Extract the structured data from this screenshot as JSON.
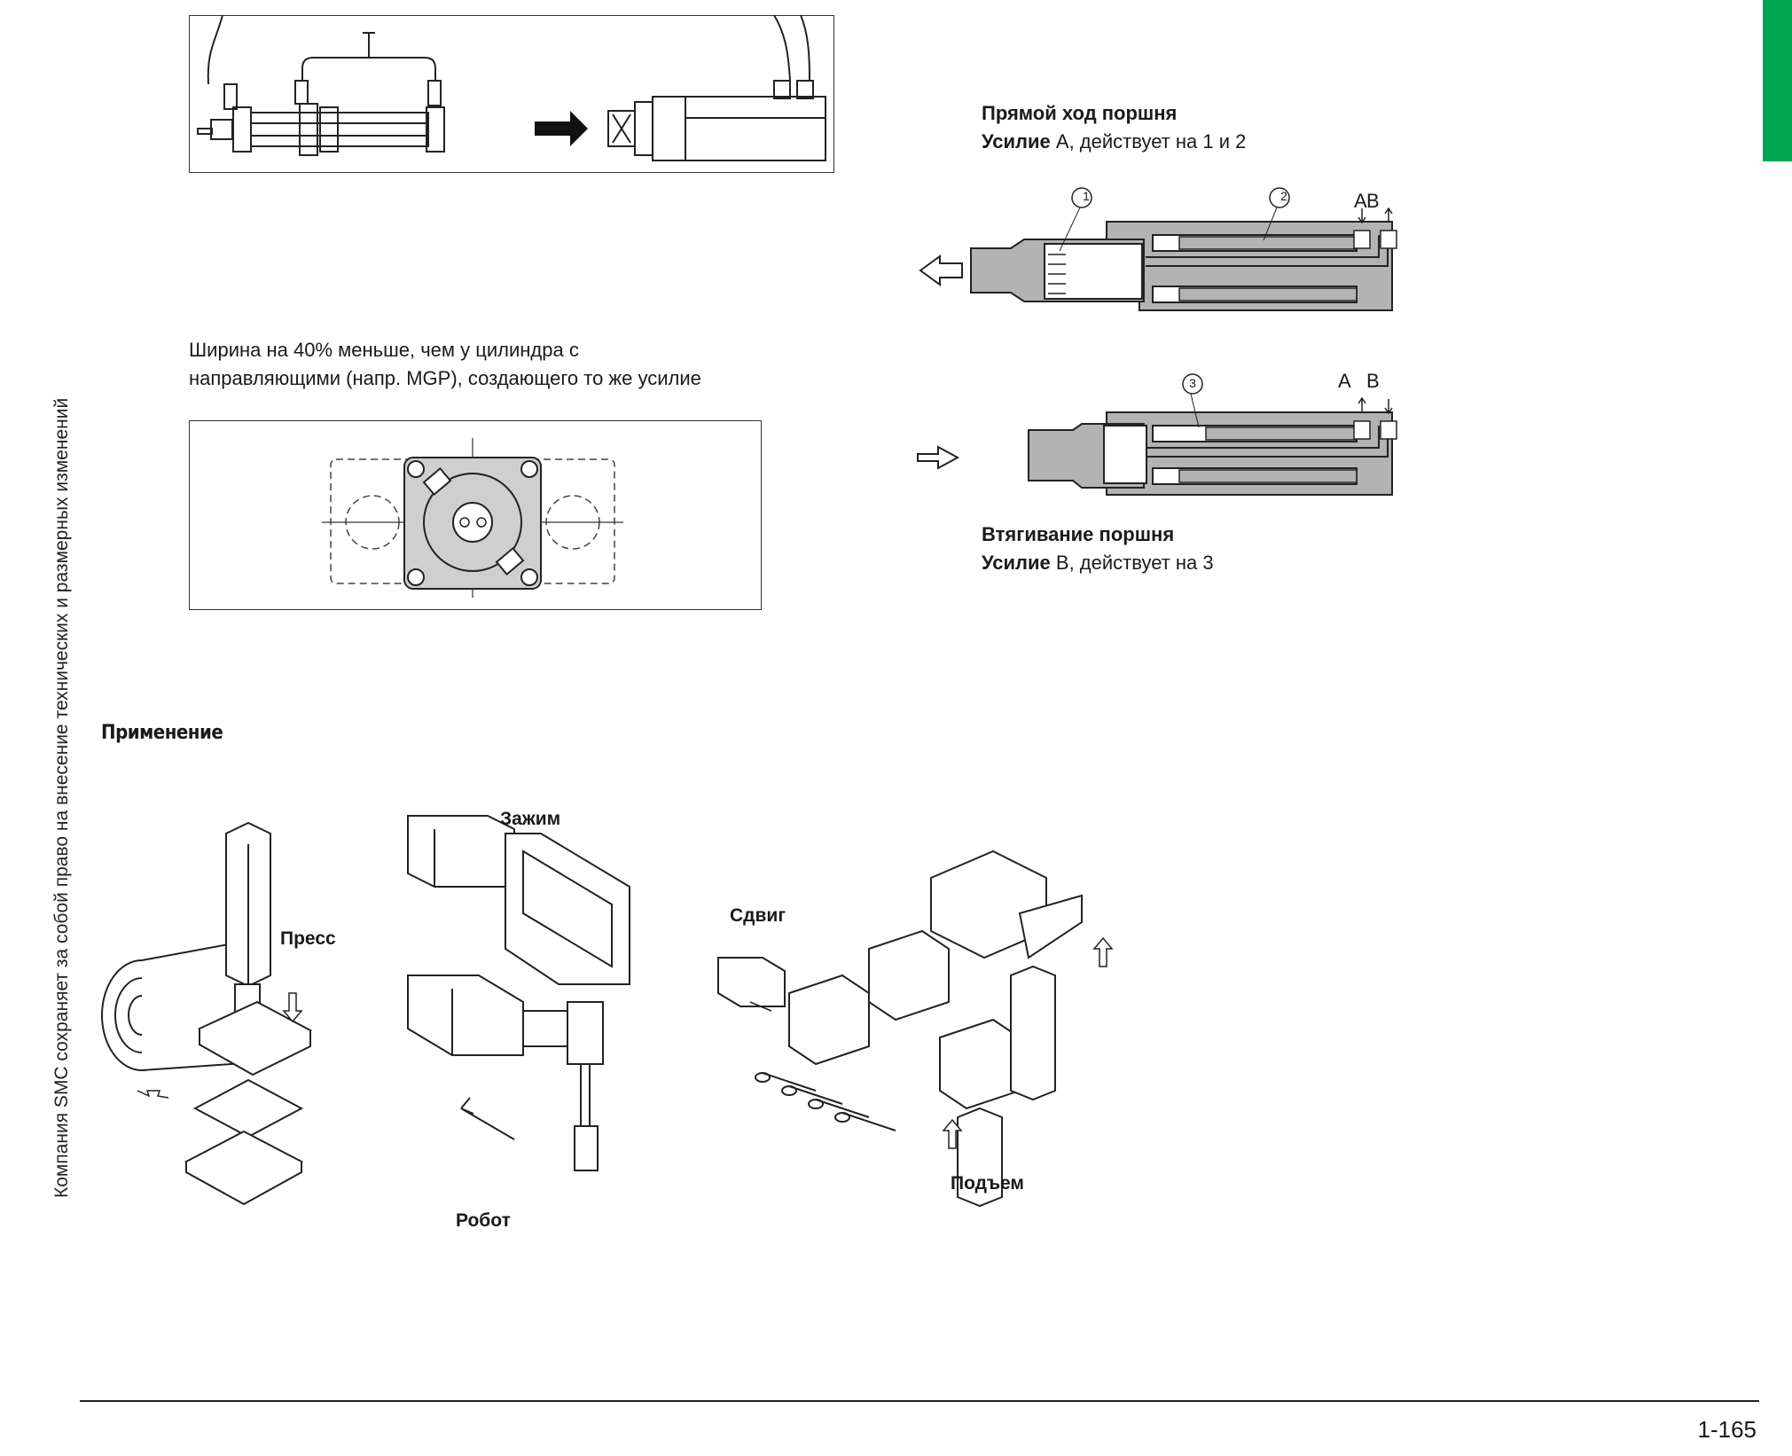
{
  "side_note": "Компания SMC сохраняет за собой право на внесение технических и размерных изменений",
  "width_note": {
    "line1": "Ширина на 40% меньше, чем у цилиндра с",
    "line2": "направляющими (напр. MGP), создающего то же усилие"
  },
  "forward_stroke": {
    "title": "Прямой ход поршня",
    "force_word": "Усилие",
    "force_text": " А, действует на 1 и 2"
  },
  "retraction": {
    "title": "Втягивание поршня",
    "force_word": "Усилие",
    "force_text": " В, действует на 3"
  },
  "diagram_labels": {
    "port_a": "A",
    "port_b": "B",
    "n1": "1",
    "n2": "2",
    "n3": "3"
  },
  "section_heading": "Применение",
  "applications": {
    "press": "Пресс",
    "clamp": "Зажим",
    "robot": "Робот",
    "shift": "Сдвиг",
    "lift": "Подъем"
  },
  "page_number": "1-165",
  "colors": {
    "accent_green": "#00a651",
    "body_gray": "#b3b3b3",
    "line": "#222222"
  }
}
